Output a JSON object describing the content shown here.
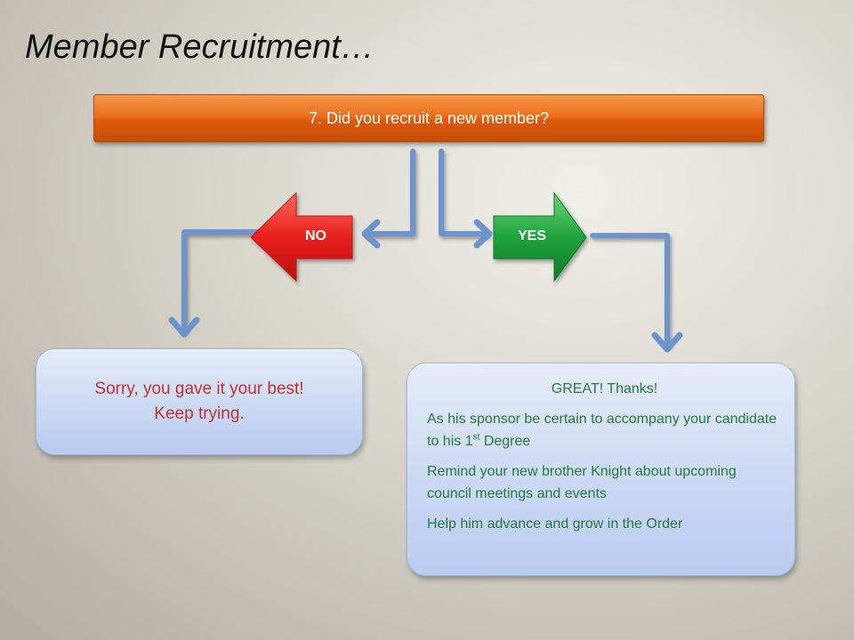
{
  "title": "Member Recruitment…",
  "question": "7.  Did you recruit a new member?",
  "arrows": {
    "no_label": "NO",
    "yes_label": "YES",
    "no_color": "#e8201c",
    "yes_color": "#1fa33a",
    "connector_color": "#6e94cc"
  },
  "no_box": {
    "line1": "Sorry,  you gave it your best!",
    "line2": "Keep trying."
  },
  "yes_box": {
    "heading": "GREAT! Thanks!",
    "item1_pre": "As his sponsor be certain to accompany your candidate to his 1",
    "item1_sup": "st",
    "item1_post": " Degree",
    "item2": "Remind your new brother Knight about upcoming council meetings and events",
    "item3": "Help him advance and grow in the Order"
  }
}
